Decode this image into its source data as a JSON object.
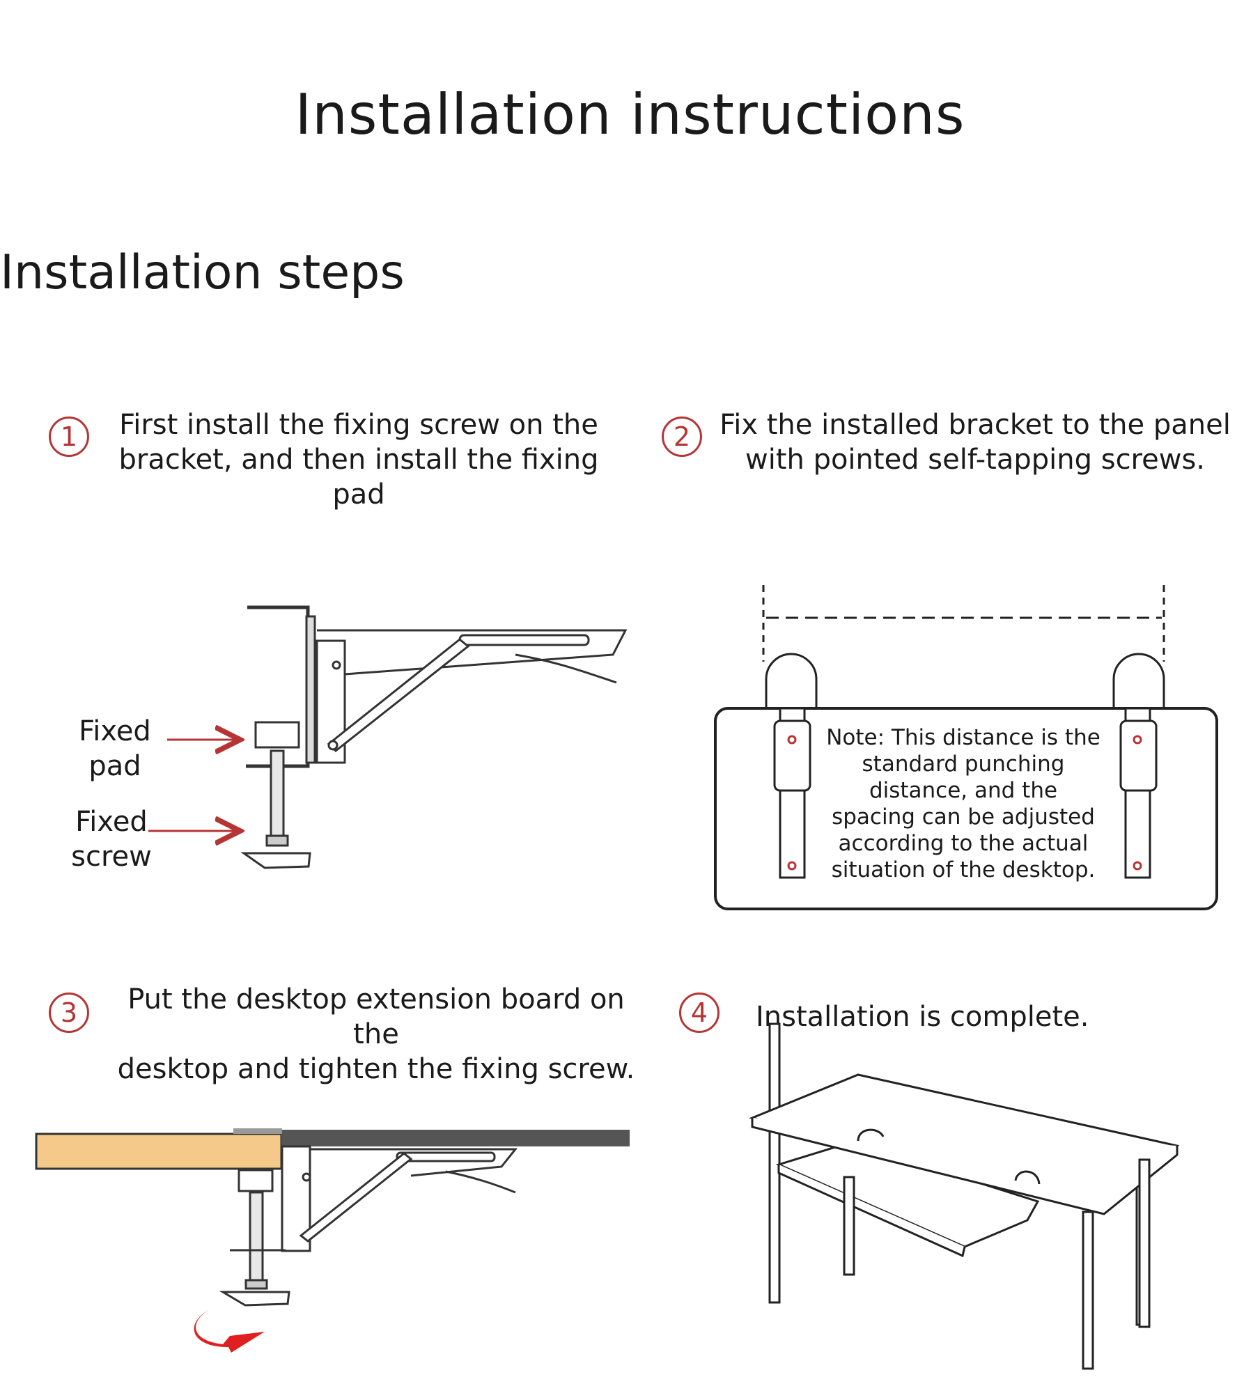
{
  "title": "Installation instructions",
  "section_heading": "Installation steps",
  "steps": [
    {
      "number": "1",
      "text_line1": "First install the fixing screw on the",
      "text_line2": "bracket, and then install the fixing pad"
    },
    {
      "number": "2",
      "text_line1": "Fix the installed bracket to the panel",
      "text_line2": "with pointed self-tapping screws."
    },
    {
      "number": "3",
      "text_line1": "Put the desktop extension board on the",
      "text_line2": "desktop and tighten the fixing screw."
    },
    {
      "number": "4",
      "text_line1": "Installation is complete."
    }
  ],
  "callouts": {
    "fixed_pad_line1": "Fixed",
    "fixed_pad_line2": "pad",
    "fixed_screw_line1": "Fixed",
    "fixed_screw_line2": "screw"
  },
  "note": {
    "line1": "Note: This distance is the",
    "line2": "standard punching",
    "line3": "distance, and the",
    "line4": "spacing can be adjusted",
    "line5": "according to the actual",
    "line6": "situation of the desktop."
  },
  "colors": {
    "accent_red": "#b73434",
    "line_gray": "#333333",
    "wood": "#f5c98a",
    "board_gray": "#555555"
  }
}
